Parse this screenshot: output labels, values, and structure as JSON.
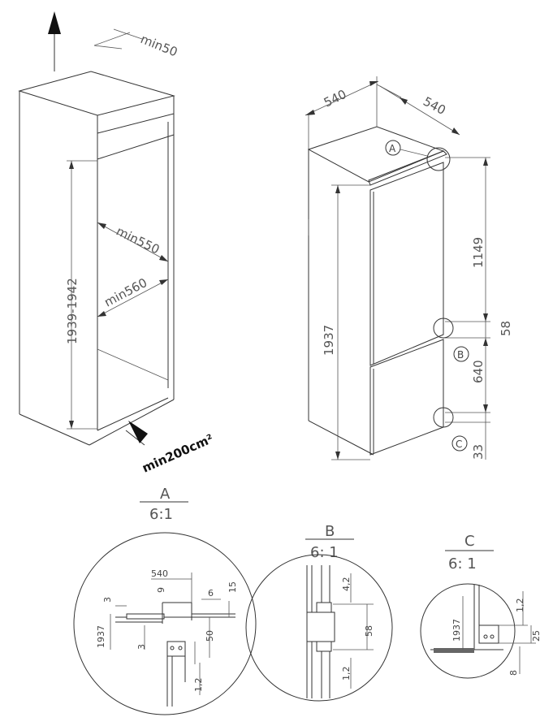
{
  "niche": {
    "top_clearance": "min50",
    "height_range": "1939-1942",
    "depth_upper": "min550",
    "depth_lower": "min560",
    "vent_area": "min200cm²"
  },
  "appliance": {
    "width": "540",
    "depth": "540",
    "height": "1937",
    "upper_height": "1149",
    "gap": "58",
    "lower_height": "640",
    "bottom": "33",
    "marker_a": "A",
    "marker_b": "B",
    "marker_c": "C"
  },
  "detail_a": {
    "letter": "A",
    "scale": "6:1",
    "dims": {
      "width": "540",
      "nine": "9",
      "six": "6",
      "fifteen": "15",
      "three_top": "3",
      "height": "1937",
      "three_bottom": "3",
      "fifty": "50",
      "onetwo": "1,2"
    }
  },
  "detail_b": {
    "letter": "B",
    "scale": "6: 1",
    "dims": {
      "fourtwo": "4,2",
      "fiftyeight": "58",
      "onetwo": "1,2"
    }
  },
  "detail_c": {
    "letter": "C",
    "scale": "6: 1",
    "dims": {
      "height": "1937",
      "onetwo": "1,2",
      "twentyfive": "25",
      "eight": "8"
    }
  }
}
